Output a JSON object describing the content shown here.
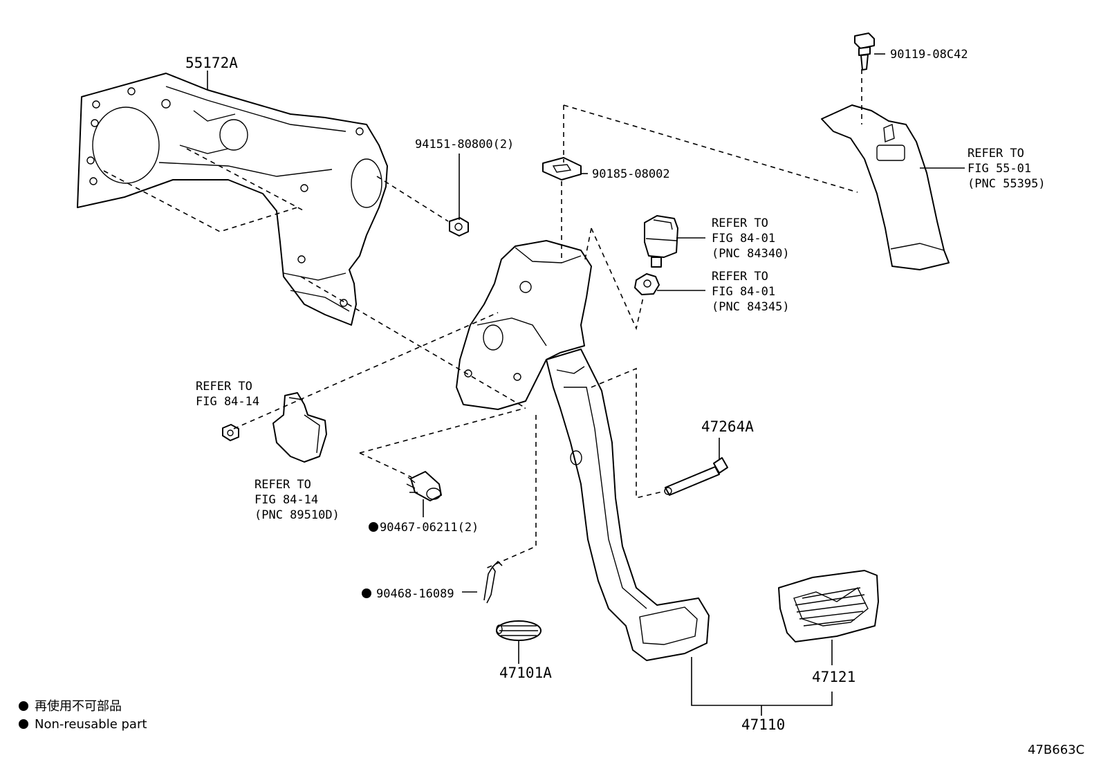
{
  "labels": {
    "p55172A": "55172A",
    "p9415180800": "94151-80800(2)",
    "p9018508002": "90185-08002",
    "p9011908C42": "90119-08C42",
    "ref5501_l1": "REFER TO",
    "ref5501_l2": "FIG 55-01",
    "ref5501_l3": "(PNC 55395)",
    "ref84340_l1": "REFER TO",
    "ref84340_l2": "FIG 84-01",
    "ref84340_l3": "(PNC 84340)",
    "ref84345_l1": "REFER TO",
    "ref84345_l2": "FIG 84-01",
    "ref84345_l3": "(PNC 84345)",
    "ref8414a_l1": "REFER TO",
    "ref8414a_l2": "FIG 84-14",
    "ref8414b_l1": "REFER TO",
    "ref8414b_l2": "FIG 84-14",
    "ref8414b_l3": "(PNC 89510D)",
    "p47264A": "47264A",
    "p9046706211": "90467-06211(2)",
    "p9046816089": "90468-16089",
    "p47101A": "47101A",
    "p47121": "47121",
    "p47110": "47110"
  },
  "legend": {
    "line1": "再使用不可部品",
    "line2": "Non-reusable part"
  },
  "diagram_code": "47B663C"
}
